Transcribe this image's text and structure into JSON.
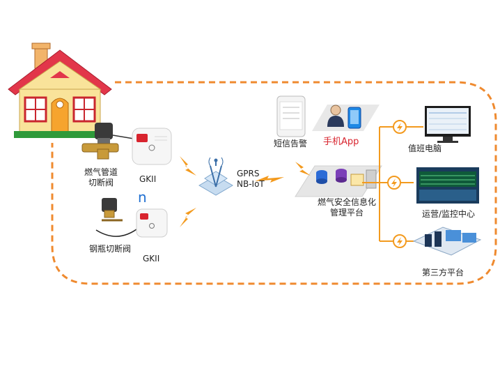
{
  "labels": {
    "gas_pipe_valve": "燃气管道\n切断阀",
    "gkii_top": "GKII",
    "n_mark": "n",
    "cylinder_valve": "钢瓶切断阀",
    "gkii_bottom": "GKII",
    "network": "GPRS\nNB-IoT",
    "sms_alarm": "短信告警",
    "mobile_app": "手机App",
    "platform": "燃气安全信息化\n管理平台",
    "duty_pc": "值班电脑",
    "ops_center": "运营/监控中心",
    "third_party": "第三方平台"
  },
  "colors": {
    "dashed_border": "#ef8a2f",
    "links": "#f39a1e",
    "house_roof": "#e2364a",
    "house_wall": "#f9e39a",
    "accent_red": "#d8242e"
  },
  "icons": [
    "house-icon",
    "valve-icon",
    "gkii-sensor-icon",
    "cylinder-valve-icon",
    "tower-icon",
    "phone-icon",
    "person-icon",
    "server-icon",
    "lightning-icon",
    "monitor-icon",
    "control-room-icon"
  ]
}
